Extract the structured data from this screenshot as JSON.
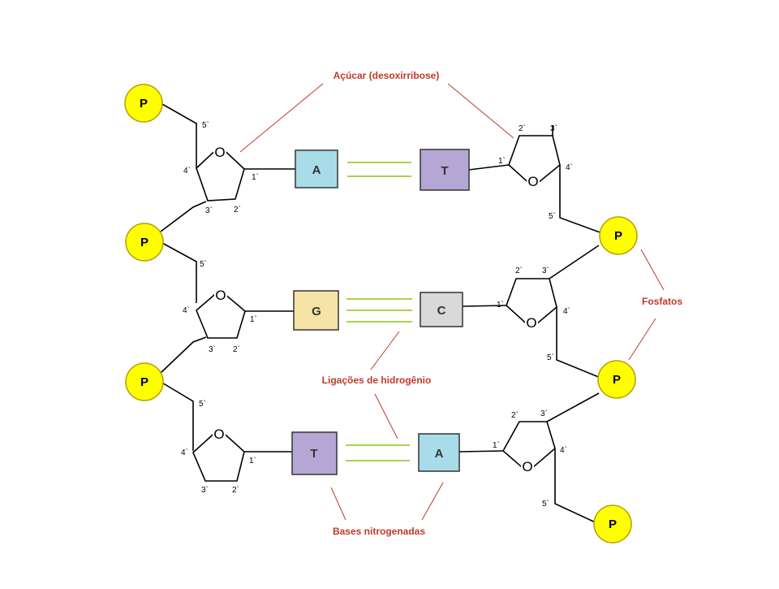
{
  "labels": {
    "sugar": "Açúcar (desoxirribose)",
    "phosphates": "Fosfatos",
    "hbonds": "Ligações de hidrogênio",
    "bases": "Bases nitrogenadas"
  },
  "phosphate_symbol": "P",
  "oxygen_symbol": "O",
  "carbons": {
    "c1": "1`",
    "c2": "2`",
    "c3": "3`",
    "c4": "4`",
    "c5": "5`"
  },
  "pairs": [
    {
      "left": "A",
      "right": "T",
      "bonds": 2
    },
    {
      "left": "G",
      "right": "C",
      "bonds": 3
    },
    {
      "left": "T",
      "right": "A",
      "bonds": 2
    }
  ],
  "colors": {
    "A": "#a8dce8",
    "T": "#b4a7d6",
    "G": "#f6e3a6",
    "C": "#d9d9d9",
    "phosphate": "#ffff00",
    "phosphate_stroke": "#b8a000",
    "hbond": "#a9d24b",
    "label": "#c0392b",
    "pointer": "#c0392b"
  }
}
